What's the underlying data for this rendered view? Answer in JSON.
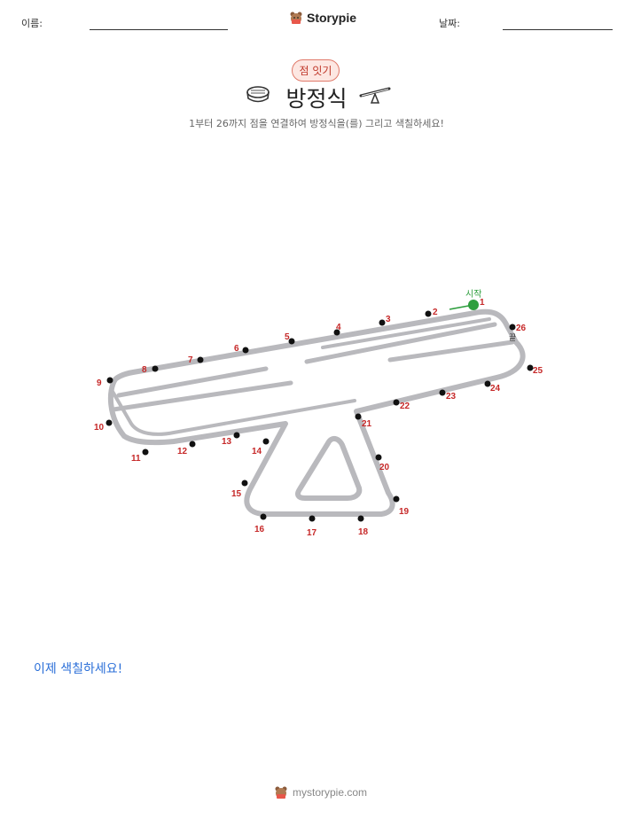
{
  "header": {
    "name_label": "이름:",
    "date_label": "날짜:",
    "brand": "Storypie"
  },
  "worksheet": {
    "badge": "점 잇기",
    "title": "방정식",
    "instruction": "1부터 26까지 점을 연결하여 방정식을(를) 그리고 색칠하세요!",
    "start_label": "시작",
    "end_label": "끝",
    "color_prompt": "이제 색칠하세요!"
  },
  "dots": [
    {
      "n": "1"
    },
    {
      "n": "2"
    },
    {
      "n": "3"
    },
    {
      "n": "4"
    },
    {
      "n": "5"
    },
    {
      "n": "6"
    },
    {
      "n": "7"
    },
    {
      "n": "8"
    },
    {
      "n": "9"
    },
    {
      "n": "10"
    },
    {
      "n": "11"
    },
    {
      "n": "12"
    },
    {
      "n": "13"
    },
    {
      "n": "14"
    },
    {
      "n": "15"
    },
    {
      "n": "16"
    },
    {
      "n": "17"
    },
    {
      "n": "18"
    },
    {
      "n": "19"
    },
    {
      "n": "20"
    },
    {
      "n": "21"
    },
    {
      "n": "22"
    },
    {
      "n": "23"
    },
    {
      "n": "24"
    },
    {
      "n": "25"
    },
    {
      "n": "26"
    }
  ],
  "colors": {
    "label": "#c62828",
    "dot": "#111111",
    "start": "#2e9e3e",
    "outline": "#b9b9bd",
    "link": "#2b6fd8"
  },
  "footer": {
    "site": "mystorypie.com"
  }
}
